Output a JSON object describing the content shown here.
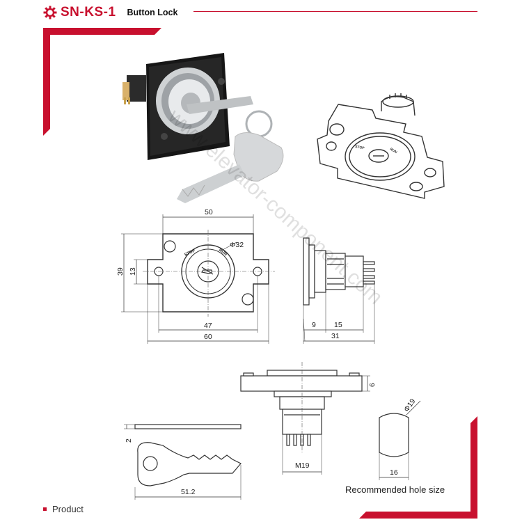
{
  "header": {
    "model": "SN-KS-1",
    "title": "Button Lock",
    "accent": "#c8102e"
  },
  "footer": {
    "label": "Product"
  },
  "caption": {
    "hole": "Recommended hole size"
  },
  "lock_face": {
    "stop": "STOP",
    "run": "RUN"
  },
  "dimensions": {
    "front_width_top": "50",
    "front_diameter": "Φ32",
    "front_height": "39",
    "front_hole_spacing": "13",
    "front_inner_width": "47",
    "front_total_width": "60",
    "side_a": "9",
    "side_b": "15",
    "side_total": "31",
    "bottom_plate": "6",
    "thread": "M19",
    "hole_diameter": "Φ19",
    "hole_flat": "16",
    "key_thickness": "2",
    "key_length": "51.2"
  },
  "watermark": "www.elevator-component.com"
}
